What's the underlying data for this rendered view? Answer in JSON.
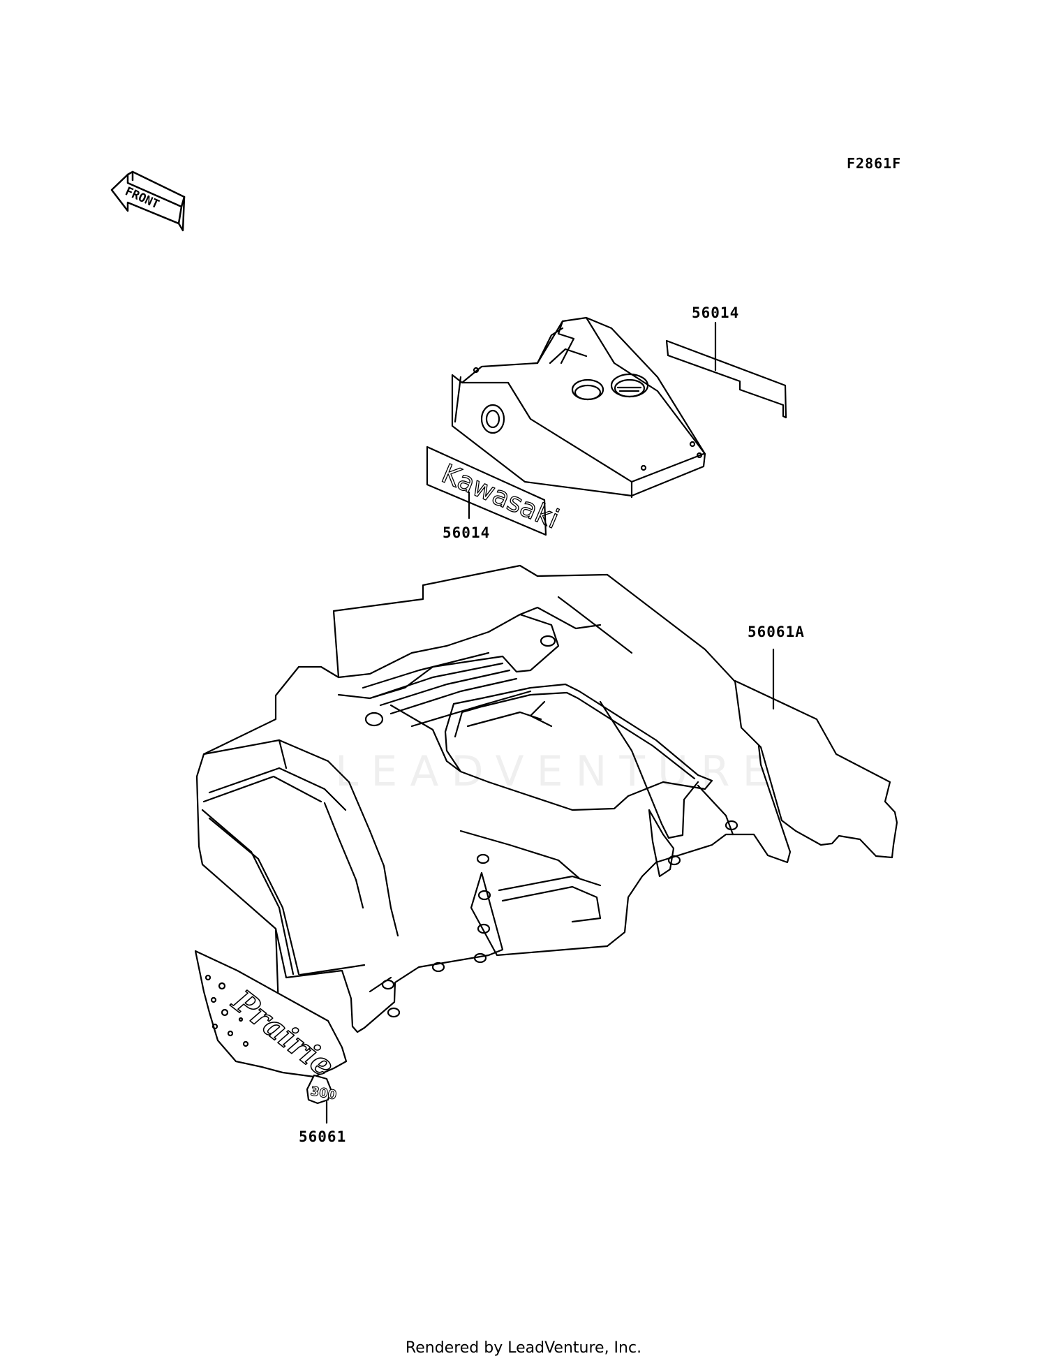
{
  "diagram_code": "F2861F",
  "front_indicator": "FRONT",
  "watermark": "LEADVENTURE",
  "kawasaki_decal_text": "Kawasaki",
  "model_decal_text": "Prairie",
  "model_number_text": "300",
  "parts": [
    {
      "number": "56014",
      "description": ""
    },
    {
      "number": "56014",
      "description": ""
    },
    {
      "number": "56061A",
      "description": ""
    },
    {
      "number": "56061",
      "description": ""
    }
  ],
  "footer": "Rendered by LeadVenture, Inc."
}
